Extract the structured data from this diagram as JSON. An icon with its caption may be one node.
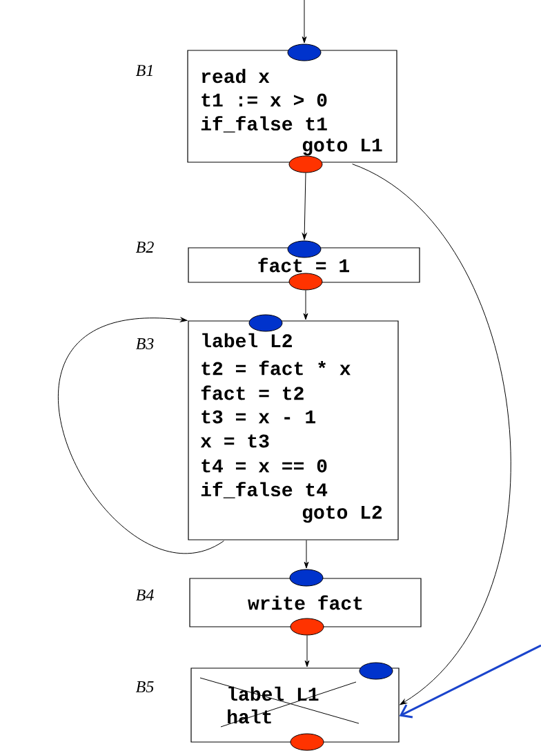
{
  "diagram": {
    "nodes": [
      {
        "text": [
          "read x",
          "t1 := x > 0",
          "if_false t1",
          "goto L1"
        ],
        "beside": [
          "B1"
        ]
      },
      {
        "text": [],
        "shape": "ellipse"
      },
      {
        "text": [],
        "shape": "ellipse"
      },
      {
        "text": [
          "fact = 1"
        ],
        "beside": [
          "B2"
        ]
      },
      {
        "text": [],
        "shape": "ellipse"
      },
      {
        "text": [],
        "shape": "ellipse"
      },
      {
        "text": [
          "label L2",
          "t2 = fact * x",
          "fact =  t2",
          "t3 = x - 1",
          "x = t3",
          "t4 =  x == 0",
          "if_false t4",
          "goto L2"
        ],
        "beside": [
          "B3"
        ]
      },
      {
        "text": [],
        "shape": "ellipse"
      },
      {
        "text": [
          "write fact"
        ],
        "beside": [
          "B4"
        ]
      },
      {
        "text": [],
        "shape": "ellipse"
      },
      {
        "text": [],
        "shape": "ellipse"
      },
      {
        "text": [
          "label L1",
          "halt"
        ],
        "beside": [
          "B5"
        ]
      },
      {
        "text": [],
        "shape": "ellipse"
      },
      {
        "text": [],
        "shape": "ellipse"
      }
    ],
    "edges": [
      {
        "from": null,
        "to": 1,
        "arrow": "to"
      },
      {
        "from": 2,
        "to": 4,
        "arrow": "to"
      },
      {
        "from": 0,
        "to": 11,
        "arrow": "to"
      },
      {
        "from": 5,
        "to": 6,
        "arrow": "to"
      },
      {
        "from": 6,
        "to": 6,
        "arrow": "to"
      },
      {
        "from": 6,
        "to": 9,
        "arrow": "to"
      },
      {
        "from": 10,
        "to": 11,
        "arrow": "to"
      },
      {
        "from": null,
        "to": 11,
        "arrow": "to",
        "style": "thick",
        "color": "#1a44cc"
      }
    ]
  }
}
